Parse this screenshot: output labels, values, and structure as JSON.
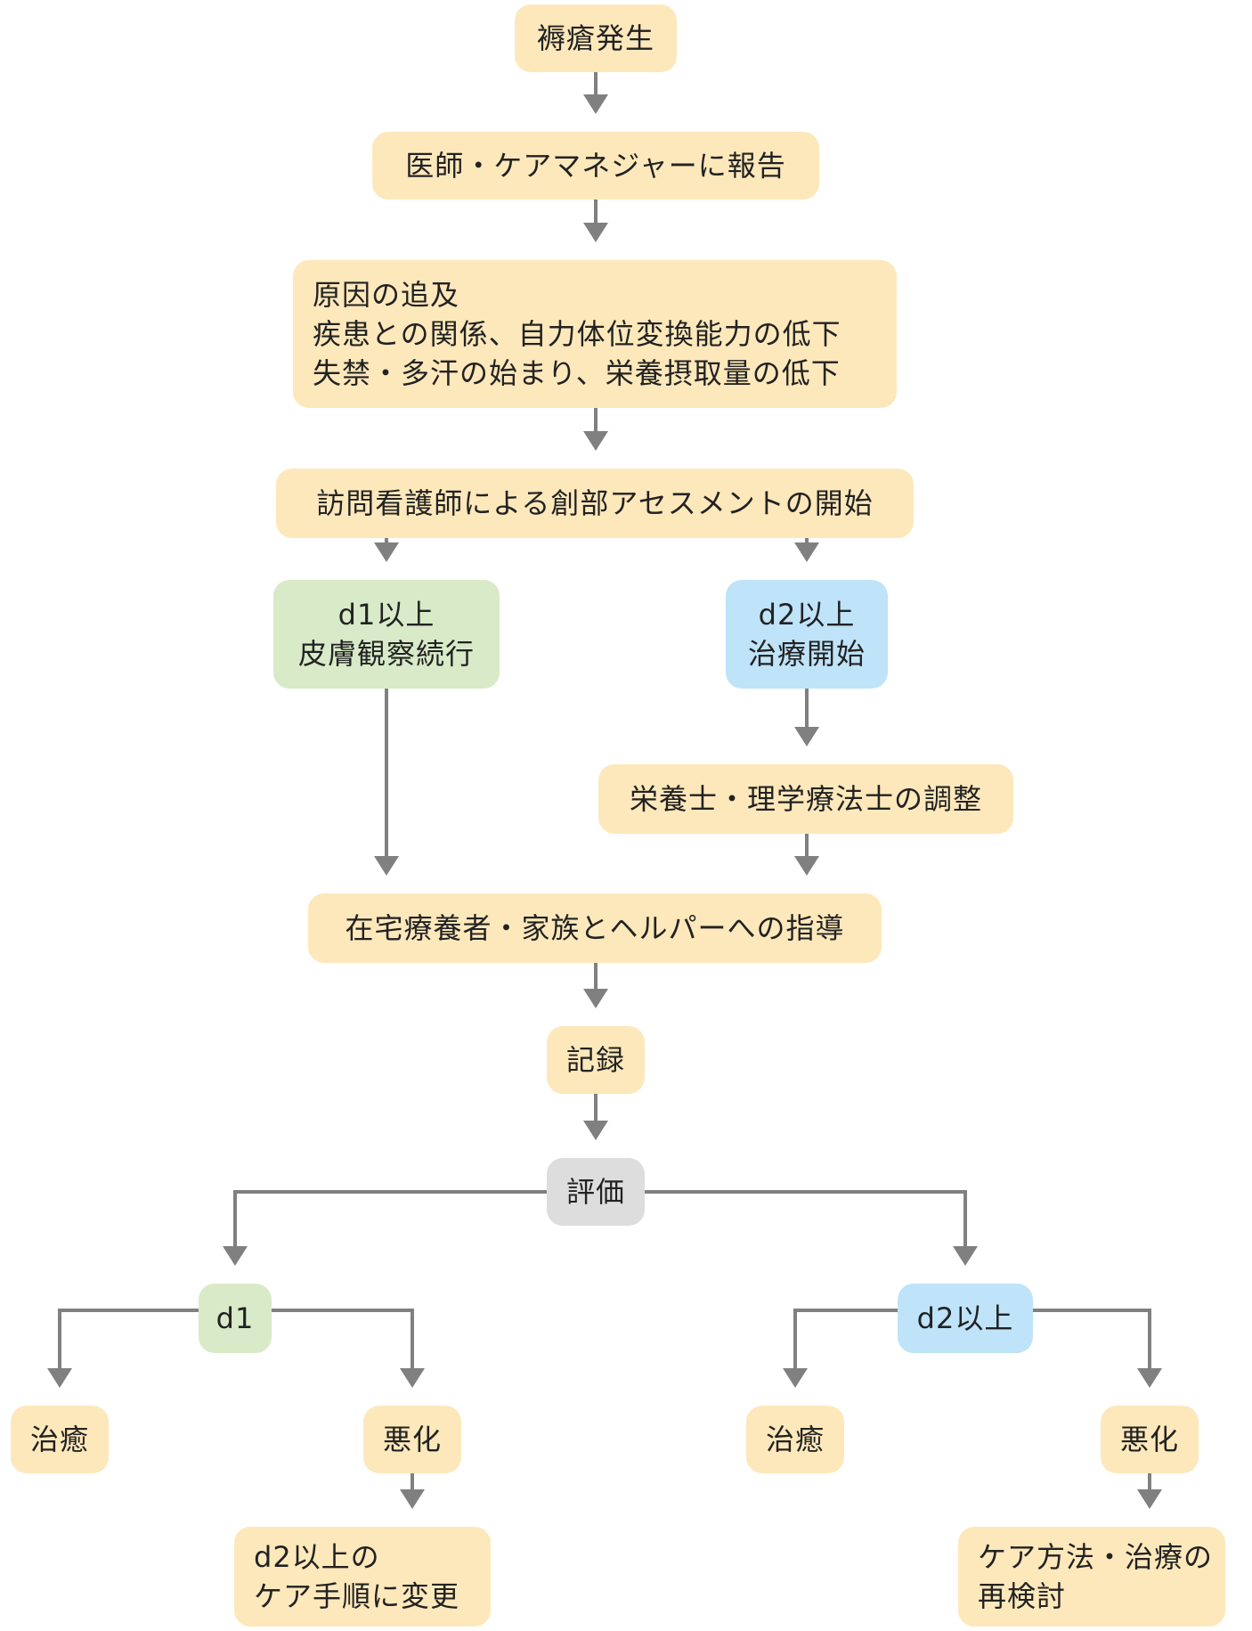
{
  "colors": {
    "default_box": "#fde8bb",
    "d1_box": "#d8eac8",
    "d2_box": "#bfe3f8",
    "evaluation_box": "#dddddd",
    "arrow": "#808080"
  },
  "nodes": {
    "onset": "褥瘡発生",
    "report": "医師・ケアマネジャーに報告",
    "cause": {
      "line1": "原因の追及",
      "line2": "疾患との関係、自力体位変換能力の低下",
      "line3": "失禁・多汗の始まり、栄養摂取量の低下"
    },
    "assessment": "訪問看護師による創部アセスメントの開始",
    "d1_branch": {
      "line1": "d1以上",
      "line2": "皮膚観察続行"
    },
    "d2_branch": {
      "line1": "d2以上",
      "line2": "治療開始"
    },
    "coordination": "栄養士・理学療法士の調整",
    "guidance": "在宅療養者・家族とヘルパーへの指導",
    "record": "記録",
    "evaluation": "評価",
    "eval_d1": "d1",
    "eval_d2": "d2以上",
    "d1_healed": "治癒",
    "d1_worse": "悪化",
    "d1_change": {
      "line1": "d2以上の",
      "line2": "ケア手順に変更"
    },
    "d2_healed": "治癒",
    "d2_worse": "悪化",
    "d2_review": {
      "line1": "ケア方法・治療の",
      "line2": "再検討"
    }
  }
}
